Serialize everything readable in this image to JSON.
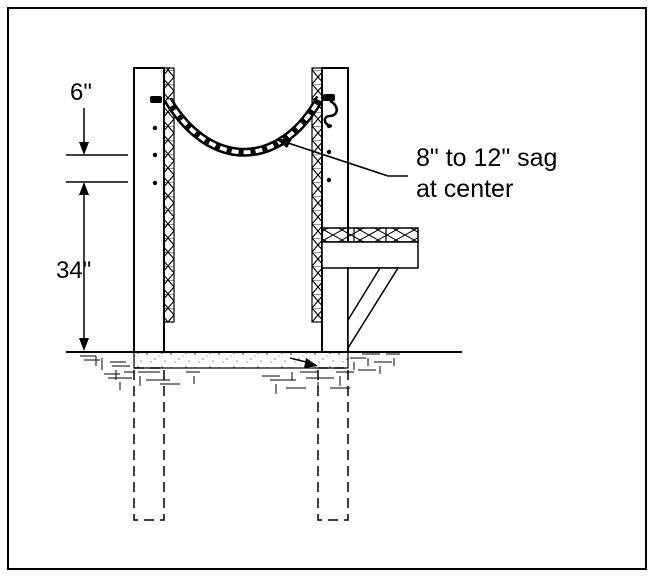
{
  "dimensions": {
    "top_gap": "6\"",
    "rail_height": "34\""
  },
  "callout": {
    "line1": "8\" to 12\" sag",
    "line2": "at center"
  },
  "colors": {
    "ink": "#000000",
    "paper": "#ffffff",
    "concrete_dots": "#555555"
  }
}
